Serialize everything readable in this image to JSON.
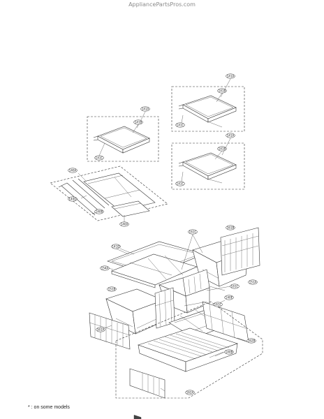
{
  "watermark": "AppliancePartsPros.com",
  "footnote": "* : on some models",
  "labels": {
    "shelf_a_top": "141A",
    "shelf_a_top_glass": "141B",
    "shelf_a_top_frame": "141C",
    "shelf_a_mid": "141A",
    "shelf_a_mid_glass": "141B",
    "shelf_a_mid_frame": "141C",
    "shelf_b": "141A",
    "shelf_b_glass": "141B",
    "shelf_b_frame": "141C",
    "slide_shelf": "140A",
    "slide_shelf_left": "140D",
    "slide_shelf_mid": "140B",
    "slide_shelf_front": "140A",
    "cover": "141D",
    "cover_frame": "154A",
    "crisper_left": "151B",
    "crisper_right": "161C",
    "crisper_right_side": "161B",
    "divider_label": "161C",
    "side_rail_right": "151A",
    "drawer_cover": "140E",
    "center_label": "161C",
    "rail_left": "161A",
    "rail_right": "162B",
    "pantry_drawer": "140B",
    "pantry_rail": "162A"
  }
}
